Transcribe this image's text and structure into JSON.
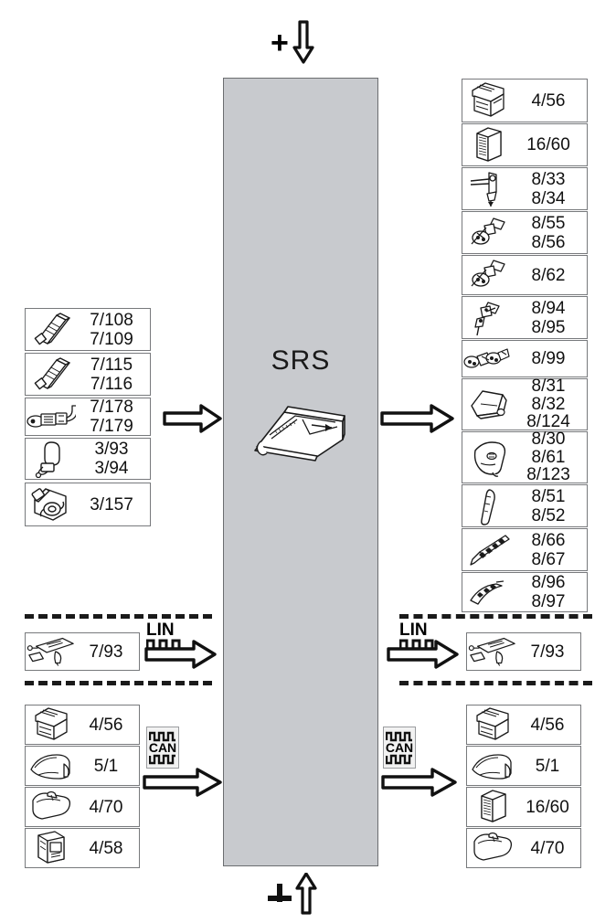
{
  "diagram": {
    "title": "SRS",
    "center_module_icon": "srs-control-unit-icon",
    "power_symbol": {
      "plus": "+",
      "arrow": "down-arrow-icon"
    },
    "ground_symbol": {
      "symbol": "ground-icon",
      "arrow": "up-arrow-icon"
    },
    "panel_color": "#c8cace"
  },
  "left_inputs": [
    {
      "icon": "satellite-sensor-icon",
      "code": "7/108\n7/109"
    },
    {
      "icon": "satellite-sensor-icon",
      "code": "7/115\n7/116"
    },
    {
      "icon": "seat-occupancy-sensor-icon",
      "code": "7/178\n7/179"
    },
    {
      "icon": "seat-belt-buckle-switch-icon",
      "code": "3/93\n3/94"
    },
    {
      "icon": "ignition-lock-icon",
      "code": "3/157"
    }
  ],
  "right_outputs": [
    {
      "icon": "switch-module-icon",
      "code": "4/56"
    },
    {
      "icon": "control-panel-icon",
      "code": "16/60"
    },
    {
      "icon": "belt-tensioner-icon",
      "code": "8/33\n8/34"
    },
    {
      "icon": "pyrotechnic-actuator-icon",
      "code": "8/55\n8/56"
    },
    {
      "icon": "pyrotechnic-actuator-icon",
      "code": "8/62"
    },
    {
      "icon": "belt-retractor-icon",
      "code": "8/94\n8/95"
    },
    {
      "icon": "dual-actuator-icon",
      "code": "8/99"
    },
    {
      "icon": "knee-airbag-icon",
      "code": "8/31\n8/32\n8/124"
    },
    {
      "icon": "driver-airbag-icon",
      "code": "8/30\n8/61\n8/123"
    },
    {
      "icon": "side-airbag-icon",
      "code": "8/51\n8/52"
    },
    {
      "icon": "curtain-airbag-icon",
      "code": "8/66\n8/67"
    },
    {
      "icon": "head-airbag-icon",
      "code": "8/96\n8/97"
    }
  ],
  "lin_section": {
    "bus_label": "LIN",
    "left": {
      "icon": "seat-module-icon",
      "code": "7/93"
    },
    "right": {
      "icon": "seat-module-icon",
      "code": "7/93"
    }
  },
  "can_section": {
    "bus_label": "CAN",
    "left": [
      {
        "icon": "switch-module-icon",
        "code": "4/56"
      },
      {
        "icon": "instrument-cluster-icon",
        "code": "5/1"
      },
      {
        "icon": "rearview-mirror-icon",
        "code": "4/70"
      },
      {
        "icon": "control-unit-icon",
        "code": "4/58"
      }
    ],
    "right": [
      {
        "icon": "switch-module-icon",
        "code": "4/56"
      },
      {
        "icon": "instrument-cluster-icon",
        "code": "5/1"
      },
      {
        "icon": "control-panel-icon",
        "code": "16/60"
      },
      {
        "icon": "rearview-mirror-icon",
        "code": "4/70"
      }
    ]
  },
  "arrows": {
    "left_to_center": "right-arrow-icon",
    "center_to_right": "right-arrow-icon",
    "lin_left": "right-arrow-icon",
    "lin_right": "right-arrow-icon",
    "can_left": "right-arrow-icon",
    "can_right": "right-arrow-icon"
  }
}
